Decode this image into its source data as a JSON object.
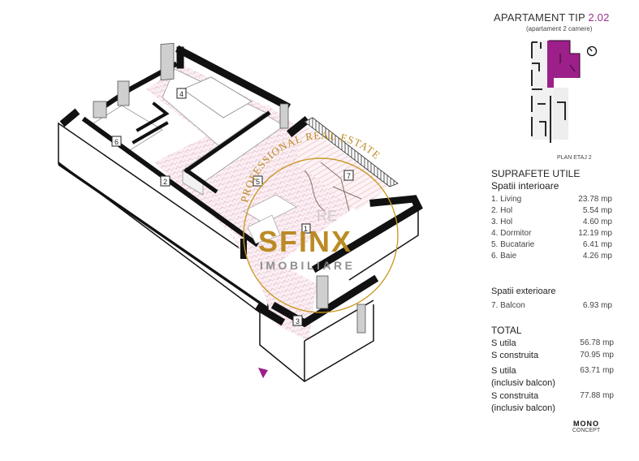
{
  "header": {
    "title_prefix": "APARTAMENT TIP",
    "title_code": "2.02",
    "subtitle": "(apartament 2 camere)"
  },
  "key_plan": {
    "floor_label": "PLAN ETAJ 2",
    "highlight_color": "#9c1f8a",
    "compass": "compass-icon"
  },
  "plan": {
    "room_markers": [
      "1",
      "2",
      "3",
      "4",
      "5",
      "6",
      "7"
    ],
    "entrance_marker_color": "#9c1f8a",
    "watermark": {
      "arc_text": "PROFESSIONAL REAL ESTATE",
      "brand": "SFINX",
      "brand_sub": "IMOBILIARE",
      "ghost_text": "RE",
      "gold_color": "#c9971f",
      "grey_color": "#8a8a8a"
    }
  },
  "areas": {
    "heading": "SUPRAFETE UTILE",
    "interior": {
      "heading": "Spatii interioare",
      "rows": [
        {
          "label": "1. Living",
          "value": "23.78 mp"
        },
        {
          "label": "2. Hol",
          "value": "5.54 mp"
        },
        {
          "label": "3. Hol",
          "value": "4.60 mp"
        },
        {
          "label": "4. Dormitor",
          "value": "12.19 mp"
        },
        {
          "label": "5. Bucatarie",
          "value": "6.41 mp"
        },
        {
          "label": "6. Baie",
          "value": "4.26 mp"
        }
      ]
    },
    "exterior": {
      "heading": "Spatii exterioare",
      "rows": [
        {
          "label": "7. Balcon",
          "value": "6.93 mp"
        }
      ]
    },
    "total": {
      "heading": "TOTAL",
      "rows": [
        {
          "label": "S utila",
          "label2": "",
          "value": "56.78 mp"
        },
        {
          "label": "S construita",
          "label2": "",
          "value": "70.95 mp"
        },
        {
          "label": "S utila",
          "label2": "(inclusiv balcon)",
          "value": "63.71 mp"
        },
        {
          "label": "S construita",
          "label2": "(inclusiv balcon)",
          "value": "77.88 mp"
        }
      ]
    }
  },
  "footer": {
    "brand_logo": "MONO",
    "brand_sub": "CONCEPT"
  }
}
